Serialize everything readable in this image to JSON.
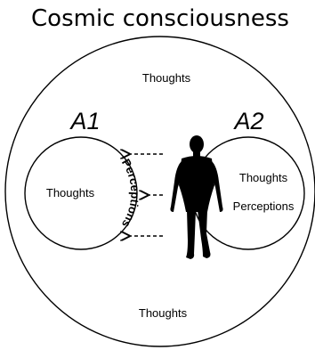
{
  "title": "Cosmic consciousness",
  "outer_circle": {
    "top_label": "Thoughts",
    "bottom_label": "Thoughts"
  },
  "a1": {
    "label": "A1",
    "inner_label": "Thoughts",
    "edge_label": "Perceptions"
  },
  "a2": {
    "label": "A2",
    "thoughts_label": "Thoughts",
    "perceptions_label": "Perceptions"
  },
  "icons": {
    "figure": "human-silhouette-icon",
    "arrow": "dashed-arrow-left-icon"
  },
  "colors": {
    "ink": "#000000",
    "background": "#ffffff"
  }
}
